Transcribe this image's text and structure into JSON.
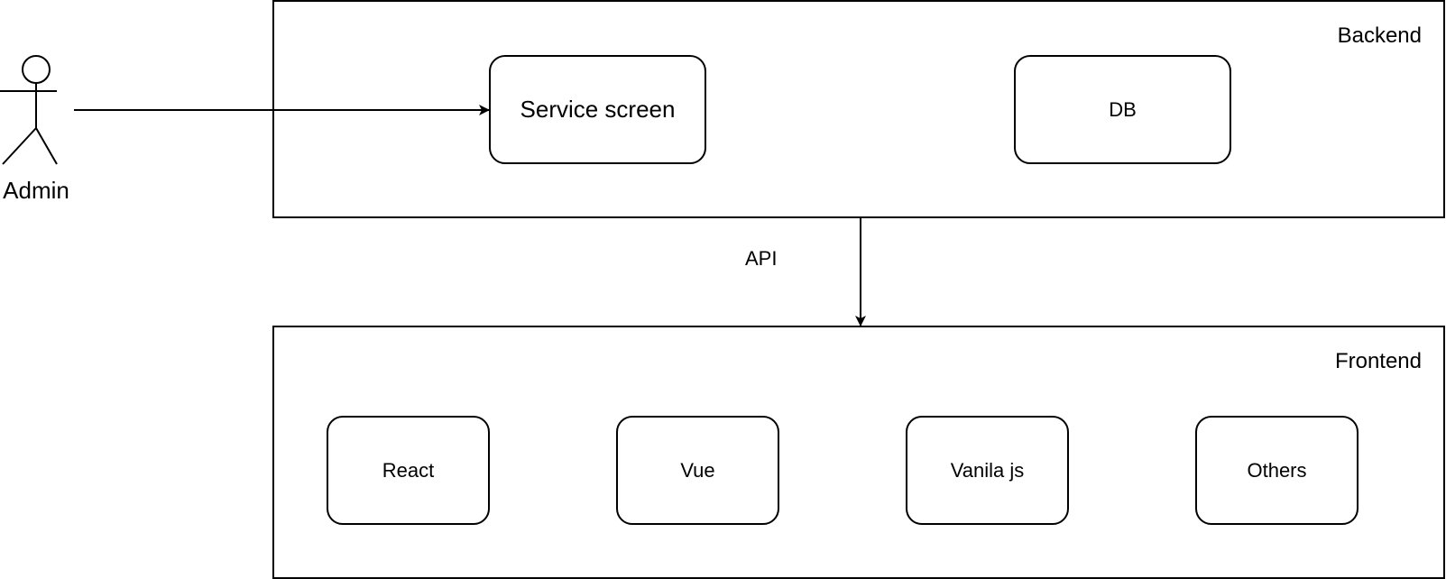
{
  "actor": {
    "label": "Admin",
    "icon": "stick-figure-icon"
  },
  "groups": {
    "backend": {
      "label": "Backend",
      "nodes": {
        "service_screen": "Service screen",
        "db": "DB"
      }
    },
    "frontend": {
      "label": "Frontend",
      "nodes": {
        "react": "React",
        "vue": "Vue",
        "vanila_js": "Vanila js",
        "others": "Others"
      }
    }
  },
  "edges": {
    "admin_to_service": {
      "from": "Admin",
      "to": "Service screen",
      "label": ""
    },
    "backend_to_frontend": {
      "from": "Backend",
      "to": "Frontend",
      "label": "API"
    }
  },
  "colors": {
    "stroke": "#000000",
    "fill": "#ffffff"
  }
}
